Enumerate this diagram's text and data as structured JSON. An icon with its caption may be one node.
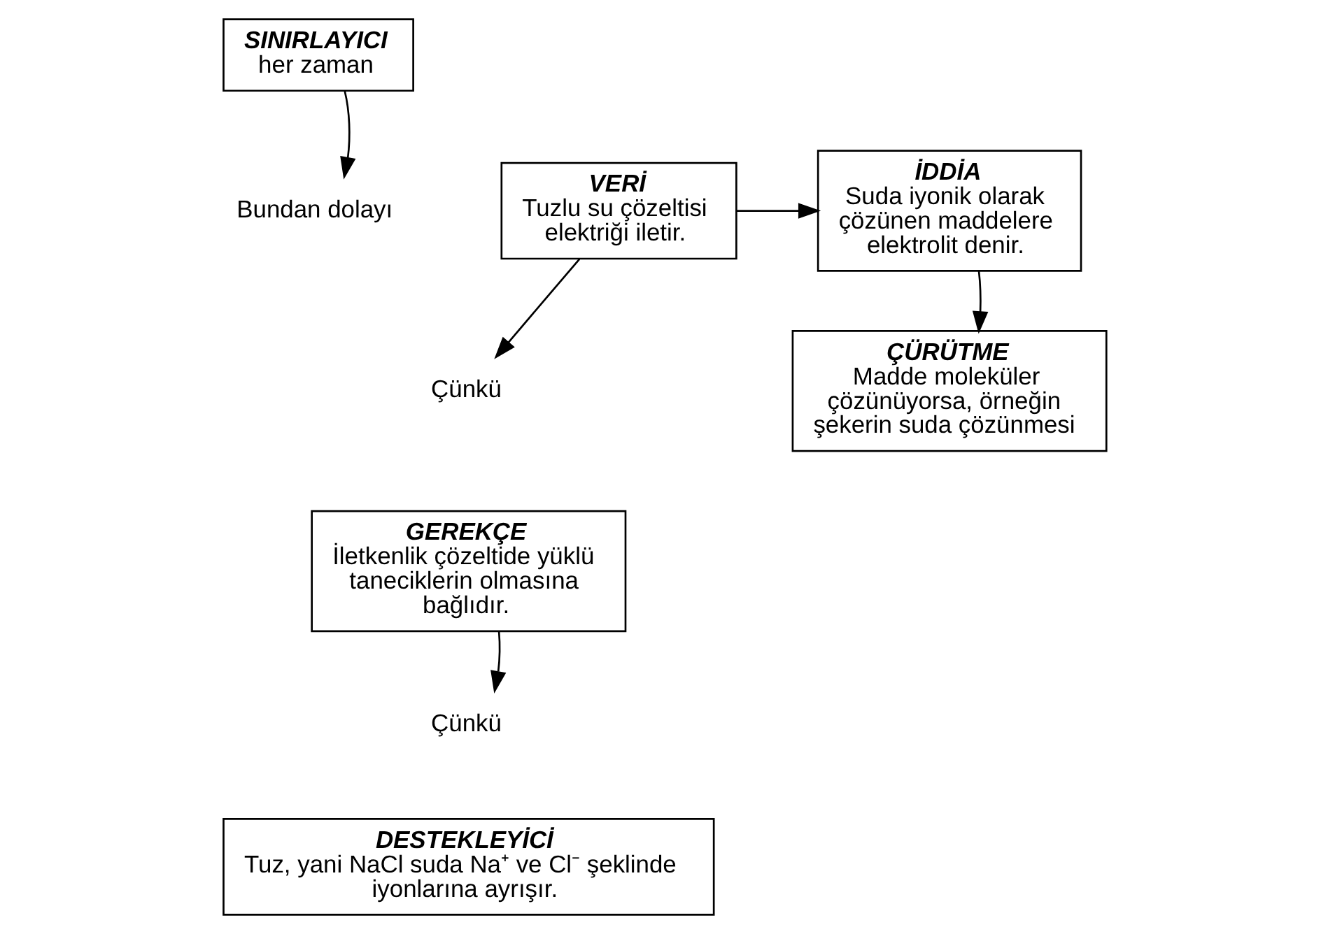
{
  "diagram": {
    "nodes": [
      {
        "text": [
          "SINIRLAYICI",
          "her zaman"
        ]
      },
      {
        "text": [
          "VERİ",
          "Tuzlu su çözeltisi elektriği iletir."
        ]
      },
      {
        "text": [
          "Bundan dolayı"
        ]
      },
      {
        "text": [
          "İDDİA",
          "Suda iyonik olarak çözünen maddelere elektrolit denir."
        ]
      },
      {
        "text": [
          "Çünkü"
        ]
      },
      {
        "text": [
          "ÇÜRÜTME",
          "Madde moleküler çözünüyorsa, örneğin şekerin suda çözünmesi"
        ]
      },
      {
        "text": [
          "GEREKÇE",
          "İletkenlik çözeltide yüklü taneciklerin olmasına bağlıdır."
        ]
      },
      {
        "text": [
          "Çünkü"
        ]
      },
      {
        "text": [
          "DESTEKLEYİCİ",
          "Tuz, yani NaCl suda Na⁺ ve Cl⁻ şeklinde iyonlarına ayrışır."
        ]
      }
    ],
    "edges": [
      {
        "from": 0,
        "to": 2,
        "arrow": "to"
      },
      {
        "from": 1,
        "to": 3,
        "arrow": "to"
      },
      {
        "from": 1,
        "to": 4,
        "arrow": "to"
      },
      {
        "from": 3,
        "to": 5,
        "arrow": "to"
      },
      {
        "from": 6,
        "to": 7,
        "arrow": "to"
      }
    ]
  }
}
